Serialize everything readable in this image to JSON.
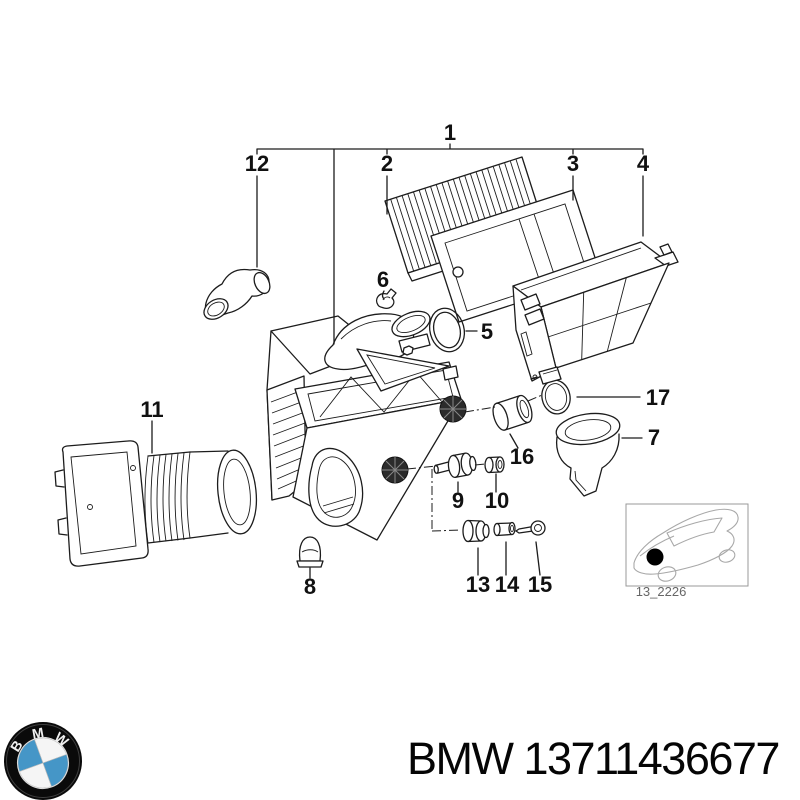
{
  "page": {
    "background": "#ffffff"
  },
  "diagram": {
    "callouts": [
      {
        "label": "1"
      },
      {
        "label": "2"
      },
      {
        "label": "3"
      },
      {
        "label": "4"
      },
      {
        "label": "5"
      },
      {
        "label": "6"
      },
      {
        "label": "7"
      },
      {
        "label": "8"
      },
      {
        "label": "9"
      },
      {
        "label": "10"
      },
      {
        "label": "11"
      },
      {
        "label": "12"
      },
      {
        "label": "13"
      },
      {
        "label": "14"
      },
      {
        "label": "15"
      },
      {
        "label": "16"
      },
      {
        "label": "17"
      }
    ],
    "inset": {
      "code": "13_2226"
    }
  },
  "footer": {
    "caption": "BMW 13711436677",
    "logo": {
      "b": "B",
      "m": "M",
      "w": "W"
    },
    "colors": {
      "roundel_blue": "#4596c7",
      "line": "#1c1c1c"
    }
  }
}
